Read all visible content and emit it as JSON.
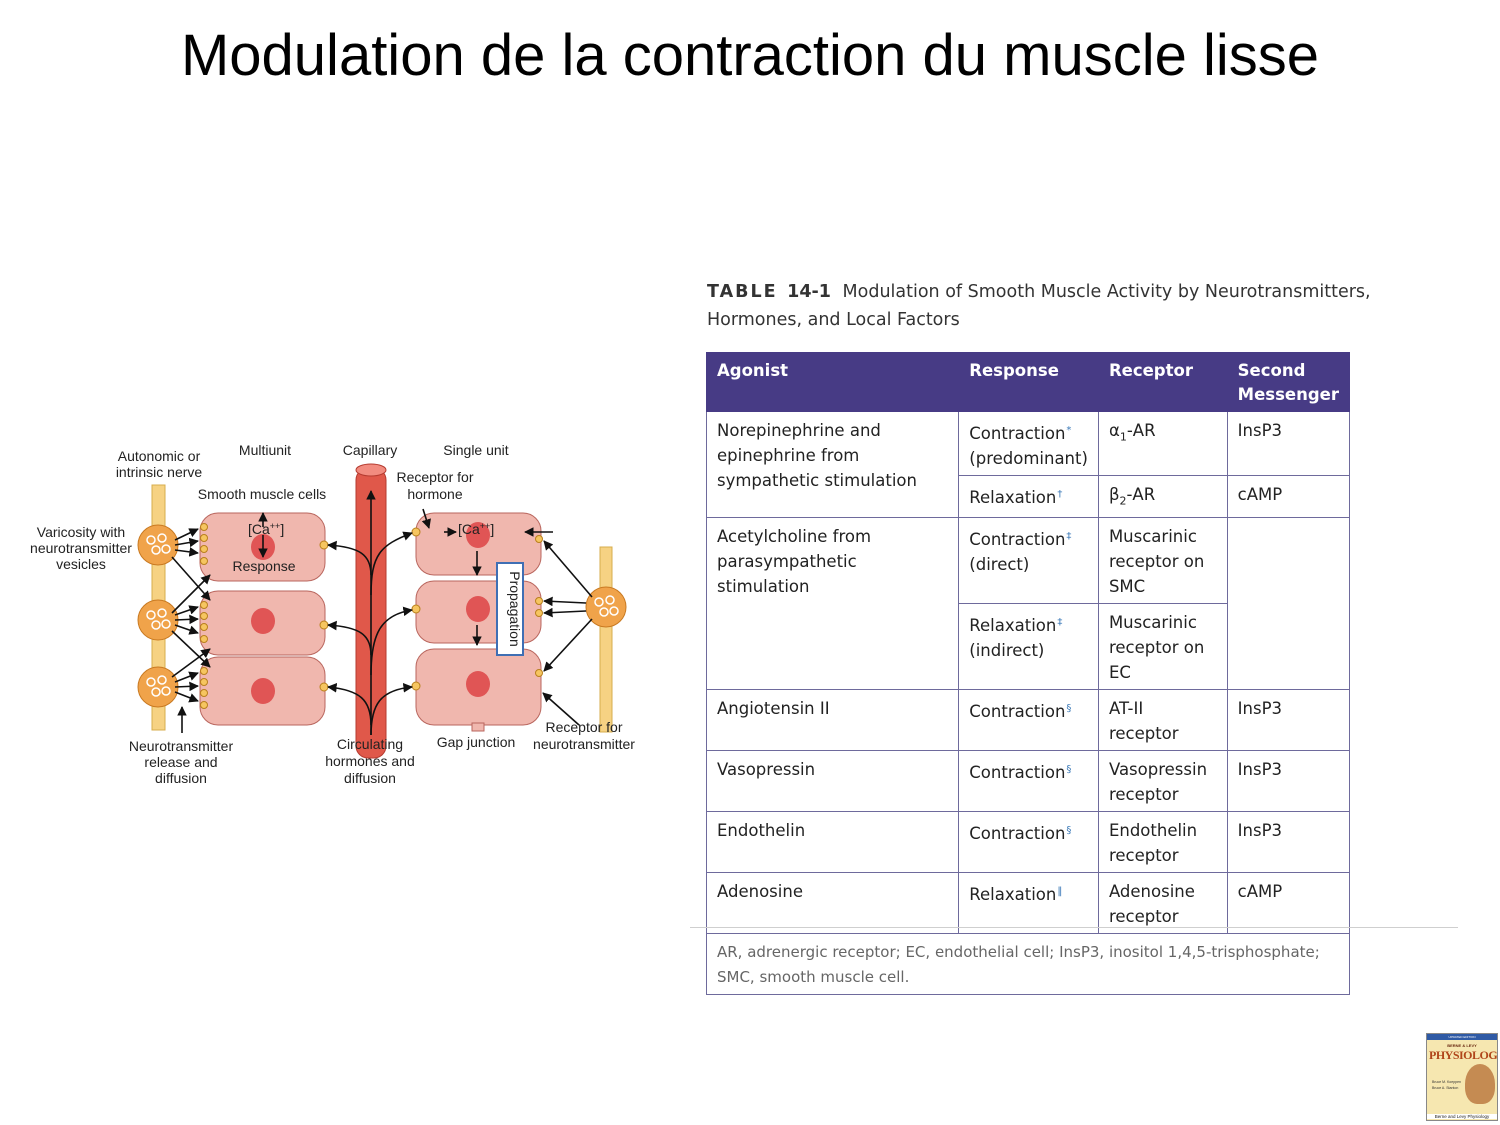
{
  "slide": {
    "title": "Modulation de la contraction du muscle lisse"
  },
  "diagram": {
    "labels": {
      "autonomic_1": "Autonomic or",
      "autonomic_2": "intrinsic nerve",
      "multiunit": "Multiunit",
      "capillary": "Capillary",
      "single_unit": "Single unit",
      "receptor_hormone_1": "Receptor for",
      "receptor_hormone_2": "hormone",
      "smooth_muscle_cells": "Smooth muscle cells",
      "varicosity_1": "Varicosity with",
      "varicosity_2": "neurotransmitter",
      "varicosity_3": "vesicles",
      "ca_left": "[Ca",
      "ca_right": "[Ca",
      "ca_sup": "++",
      "ca_close": "]",
      "response": "Response",
      "propagation": "Propagation",
      "nt_release_1": "Neurotransmitter",
      "nt_release_2": "release and",
      "nt_release_3": "diffusion",
      "circulating_1": "Circulating",
      "circulating_2": "hormones and",
      "circulating_3": "diffusion",
      "gap_junction": "Gap junction",
      "receptor_nt_1": "Receptor for",
      "receptor_nt_2": "neurotransmitter"
    },
    "colors": {
      "cell": "#f0b7ae",
      "nucleus": "#e05555",
      "capillary": "#e0584a",
      "nerve": "#f6d283",
      "varicosity": "#f0a34a"
    }
  },
  "table": {
    "label": "TABLE",
    "number": "14-1",
    "caption": "Modulation of Smooth Muscle Activity by Neurotransmitters, Hormones, and Local Factors",
    "headers": [
      "Agonist",
      "Response",
      "Receptor",
      "Second Messenger"
    ],
    "rows": {
      "r1": {
        "agonist": "Norepinephrine and epinephrine from sympathetic stimulation",
        "resp_a": "Contraction",
        "resp_a_fn": "*",
        "resp_a_note": "(predominant)",
        "rec_a_sym": "α",
        "rec_a_sub": "1",
        "rec_a_rest": "-AR",
        "msg_a": "InsP3",
        "resp_b": "Relaxation",
        "resp_b_fn": "†",
        "rec_b_sym": "β",
        "rec_b_sub": "2",
        "rec_b_rest": "-AR",
        "msg_b": "cAMP"
      },
      "r2": {
        "agonist": "Acetylcholine from parasympathetic stimulation",
        "resp_a": "Contraction",
        "resp_a_fn": "‡",
        "resp_a_note": "(direct)",
        "rec_a": "Muscarinic receptor on SMC",
        "resp_b": "Relaxation",
        "resp_b_fn": "‡",
        "resp_b_note": "(indirect)",
        "rec_b": "Muscarinic receptor on EC"
      },
      "r3": {
        "agonist": "Angiotensin II",
        "resp": "Contraction",
        "fn": "§",
        "rec": "AT-II receptor",
        "msg": "InsP3"
      },
      "r4": {
        "agonist": "Vasopressin",
        "resp": "Contraction",
        "fn": "§",
        "rec": "Vasopressin receptor",
        "msg": "InsP3"
      },
      "r5": {
        "agonist": "Endothelin",
        "resp": "Contraction",
        "fn": "§",
        "rec": "Endothelin receptor",
        "msg": "InsP3"
      },
      "r6": {
        "agonist": "Adenosine",
        "resp": "Relaxation",
        "fn": "‖",
        "rec": "Adenosine receptor",
        "msg": "cAMP"
      }
    },
    "footnote": "AR, adrenergic receptor; EC, endothelial cell; InsP3, inositol 1,4,5-trisphosphate; SMC, smooth muscle cell."
  },
  "book": {
    "edition": "UPDATED EDITION",
    "series": "BERNE & LEVY",
    "title": "PHYSIOLOGY",
    "author1": "Bruce M. Koeppen",
    "author2": "Bruce A. Stanton",
    "caption": "Berne and Levy Physiology"
  }
}
